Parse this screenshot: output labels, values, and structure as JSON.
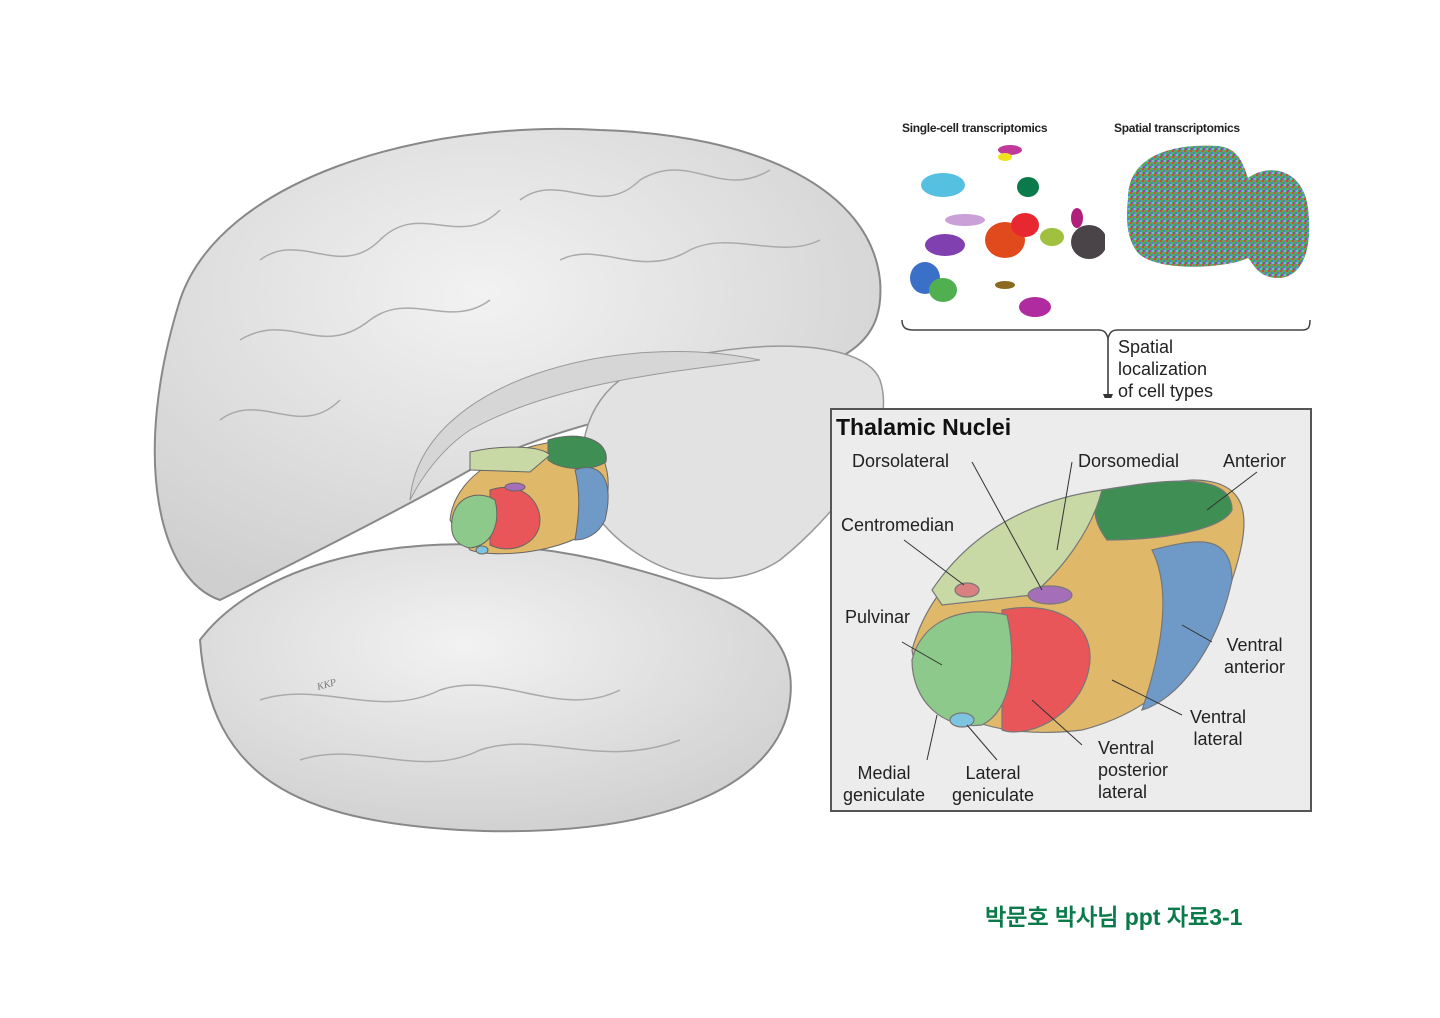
{
  "panels": {
    "single_cell_title": "Single-cell transcriptomics",
    "spatial_title": "Spatial transcriptomics",
    "arrow_label": [
      "Spatial",
      "localization",
      "of cell types"
    ]
  },
  "inset": {
    "title": "Thalamic Nuclei",
    "labels": {
      "dorsolateral": "Dorsolateral",
      "dorsomedial": "Dorsomedial",
      "anterior": "Anterior",
      "centromedian": "Centromedian",
      "pulvinar": "Pulvinar",
      "ventral_anterior": [
        "Ventral",
        "anterior"
      ],
      "ventral_lateral": [
        "Ventral",
        "lateral"
      ],
      "ventral_posterior_lateral": [
        "Ventral",
        "posterior",
        "lateral"
      ],
      "medial_geniculate": [
        "Medial",
        "geniculate"
      ],
      "lateral_geniculate": [
        "Lateral",
        "geniculate"
      ]
    }
  },
  "artist_signature": "KKP",
  "caption": "박문호 박사님 ppt 자료3-1",
  "colors": {
    "caption": "#0b7a4b",
    "anterior": "#3f8f55",
    "dorsomedial": "#c8d9a5",
    "pulvinar": "#8cc98a",
    "vpl": "#e8565a",
    "vl": "#e0b86a",
    "va": "#6f9ac8",
    "centromedian": "#d98080",
    "dorsomedial_core": "#a46fb8",
    "lateral_geniculate": "#7cc4e0"
  }
}
